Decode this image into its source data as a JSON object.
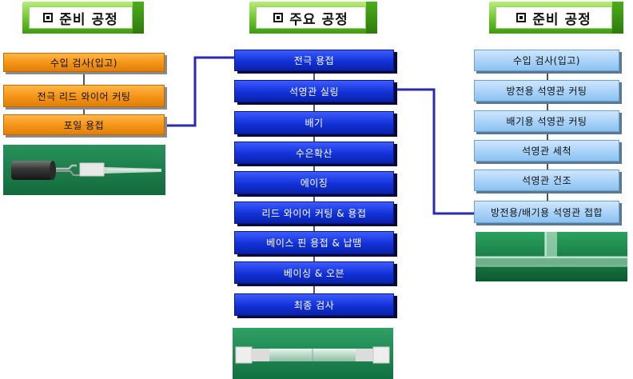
{
  "left": {
    "header": "준비 공정",
    "steps": [
      "수입 검사(입고)",
      "전극 리드 와이어 커팅",
      "포일 용접"
    ]
  },
  "center": {
    "header": "주요 공정",
    "steps": [
      "전극 용접",
      "석영관 실링",
      "배기",
      "수은확산",
      "에이징",
      "리드 와이어 커팅 & 용접",
      "베이스 핀 용접 & 납땜",
      "베이싱 & 오븐",
      "최종 검사"
    ]
  },
  "right": {
    "header": "준비 공정",
    "steps": [
      "수입 검사(입고)",
      "방전용 석영관 커팅",
      "배기용 석영관 커팅",
      "석영관 세척",
      "석영관 건조",
      "방전용/배기용 석영관 접합"
    ]
  },
  "colors": {
    "header_green": "#6cc52d",
    "orange_box": "#f5961a",
    "blue_box": "#1232d8",
    "light_blue_box": "#a8d2f8",
    "connector": "#2a2ab0",
    "photo_green": "#1f8a52"
  },
  "icons": [
    "square-bullet-icon"
  ]
}
